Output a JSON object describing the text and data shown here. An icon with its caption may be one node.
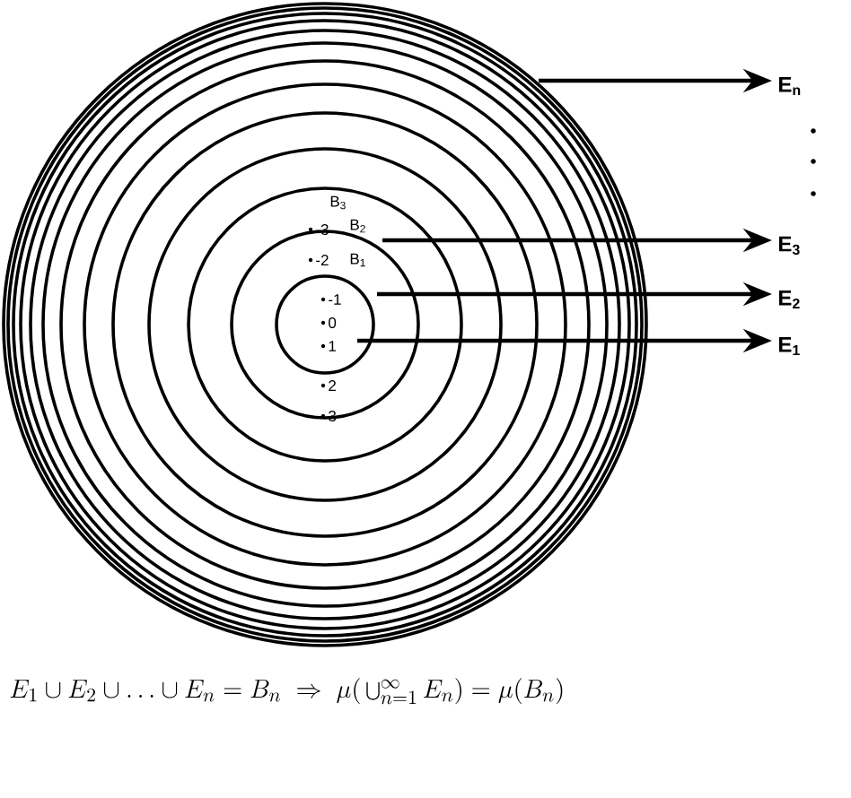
{
  "diagram": {
    "caption": "E_1 \\cup E_2 \\cup \\ldots \\cup E_n = B_n \\;\\Rightarrow\\; \\mu\\Big(\\bigcup_{n=1}^{\\infty} E_n\\Big) = \\mu(B_n)",
    "nodes": [
      {
        "text": [
          "E$_{n}$"
        ]
      },
      {
        "text": [
          "E$_{3}$"
        ]
      },
      {
        "text": [
          "E$_{2}$"
        ]
      },
      {
        "text": [
          "E$_{1}$"
        ]
      }
    ],
    "edges": [
      {
        "from": null,
        "to": 0,
        "arrow": "to"
      },
      {
        "from": null,
        "to": 1,
        "arrow": "to"
      },
      {
        "from": null,
        "to": 2,
        "arrow": "to"
      },
      {
        "from": null,
        "to": 3,
        "arrow": "to"
      }
    ],
    "labels": [
      "B$_{3}$",
      "-3",
      "B$_{2}$",
      "-2",
      "B$_{1}$",
      "-1",
      "0",
      "1",
      "2",
      "3"
    ]
  }
}
